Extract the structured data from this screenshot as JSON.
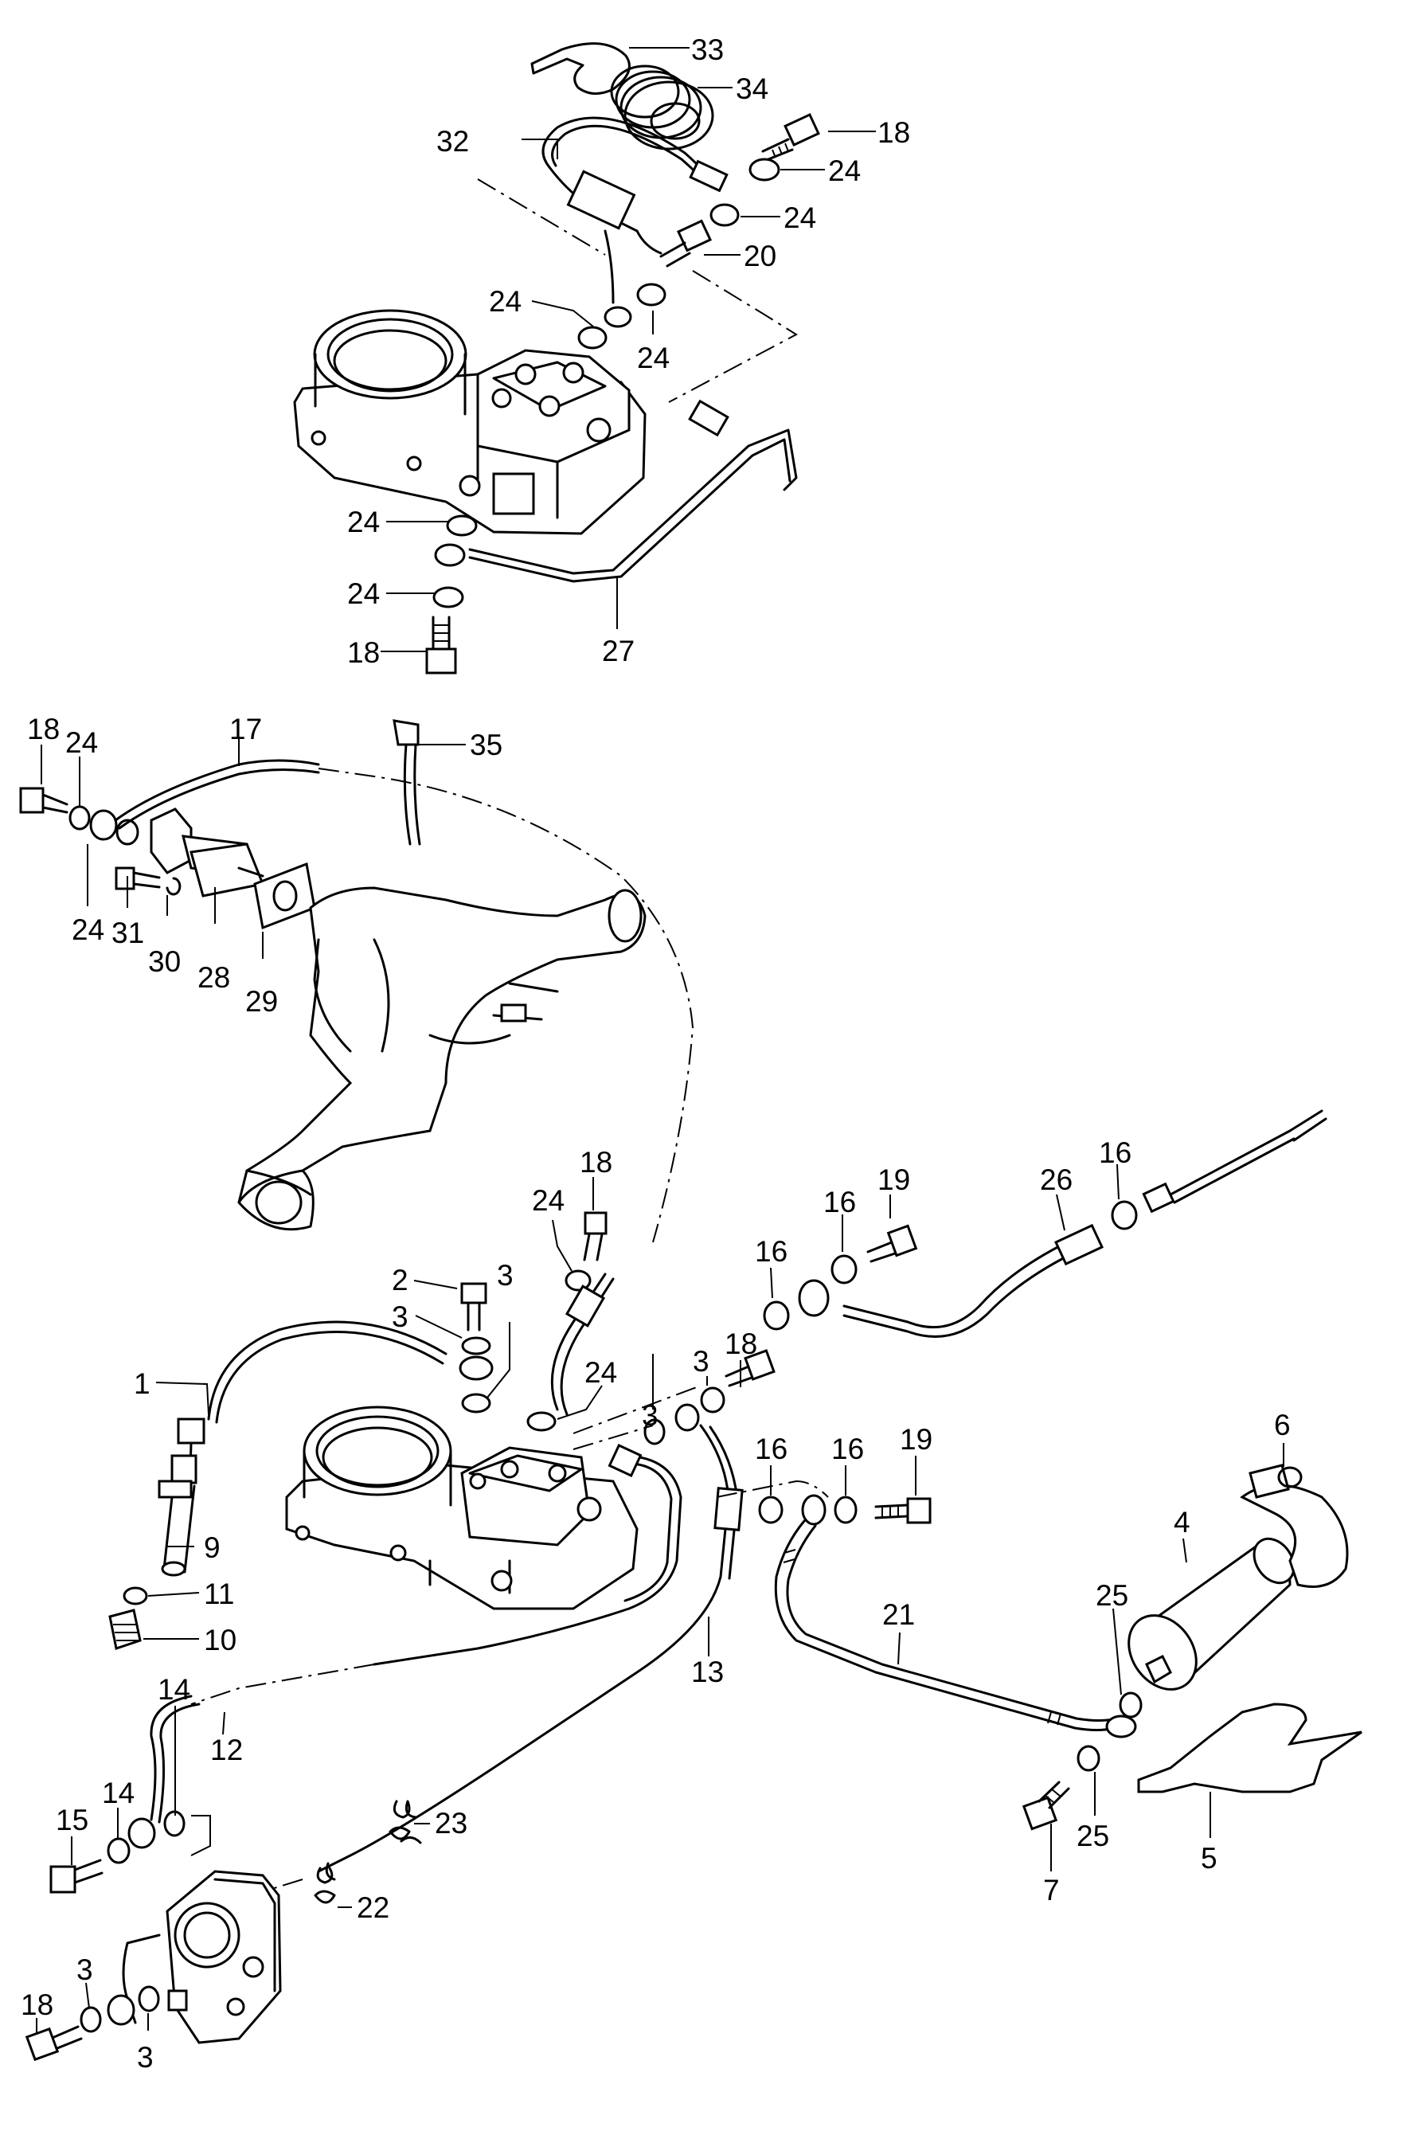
{
  "diagram": {
    "callouts": [
      {
        "id": "c33a",
        "text": "33"
      },
      {
        "id": "c34a",
        "text": "34"
      },
      {
        "id": "c18a",
        "text": "18"
      },
      {
        "id": "c32a",
        "text": "32"
      },
      {
        "id": "c24a",
        "text": "24"
      },
      {
        "id": "c24b",
        "text": "24"
      },
      {
        "id": "c20a",
        "text": "20"
      },
      {
        "id": "c24c",
        "text": "24"
      },
      {
        "id": "c24d",
        "text": "24"
      },
      {
        "id": "c24e",
        "text": "24"
      },
      {
        "id": "c24f",
        "text": "24"
      },
      {
        "id": "c18b",
        "text": "18"
      },
      {
        "id": "c27a",
        "text": "27"
      },
      {
        "id": "c18c",
        "text": "18"
      },
      {
        "id": "c24g",
        "text": "24"
      },
      {
        "id": "c17a",
        "text": "17"
      },
      {
        "id": "c35a",
        "text": "35"
      },
      {
        "id": "c24h",
        "text": "24"
      },
      {
        "id": "c31a",
        "text": "31"
      },
      {
        "id": "c30a",
        "text": "30"
      },
      {
        "id": "c28a",
        "text": "28"
      },
      {
        "id": "c29a",
        "text": "29"
      },
      {
        "id": "c18d",
        "text": "18"
      },
      {
        "id": "c24i",
        "text": "24"
      },
      {
        "id": "c19a",
        "text": "19"
      },
      {
        "id": "c16a",
        "text": "16"
      },
      {
        "id": "c26a",
        "text": "26"
      },
      {
        "id": "c16b",
        "text": "16"
      },
      {
        "id": "c16c",
        "text": "16"
      },
      {
        "id": "c2a",
        "text": "2"
      },
      {
        "id": "c3a",
        "text": "3"
      },
      {
        "id": "c3b",
        "text": "3"
      },
      {
        "id": "c1a",
        "text": "1"
      },
      {
        "id": "c18e",
        "text": "18"
      },
      {
        "id": "c3c",
        "text": "3"
      },
      {
        "id": "c3d",
        "text": "3"
      },
      {
        "id": "c24j",
        "text": "24"
      },
      {
        "id": "c16d",
        "text": "16"
      },
      {
        "id": "c16e",
        "text": "16"
      },
      {
        "id": "c19b",
        "text": "19"
      },
      {
        "id": "c6a",
        "text": "6"
      },
      {
        "id": "c4a",
        "text": "4"
      },
      {
        "id": "c9a",
        "text": "9"
      },
      {
        "id": "c11a",
        "text": "11"
      },
      {
        "id": "c10a",
        "text": "10"
      },
      {
        "id": "c13a",
        "text": "13"
      },
      {
        "id": "c21a",
        "text": "21"
      },
      {
        "id": "c25a",
        "text": "25"
      },
      {
        "id": "c14a",
        "text": "14"
      },
      {
        "id": "c12a",
        "text": "12"
      },
      {
        "id": "c15a",
        "text": "15"
      },
      {
        "id": "c14b",
        "text": "14"
      },
      {
        "id": "c23a",
        "text": "23"
      },
      {
        "id": "c25b",
        "text": "25"
      },
      {
        "id": "c7a",
        "text": "7"
      },
      {
        "id": "c5a",
        "text": "5"
      },
      {
        "id": "c22a",
        "text": "22"
      },
      {
        "id": "c3e",
        "text": "3"
      },
      {
        "id": "c18f",
        "text": "18"
      },
      {
        "id": "c3f",
        "text": "3"
      }
    ]
  }
}
